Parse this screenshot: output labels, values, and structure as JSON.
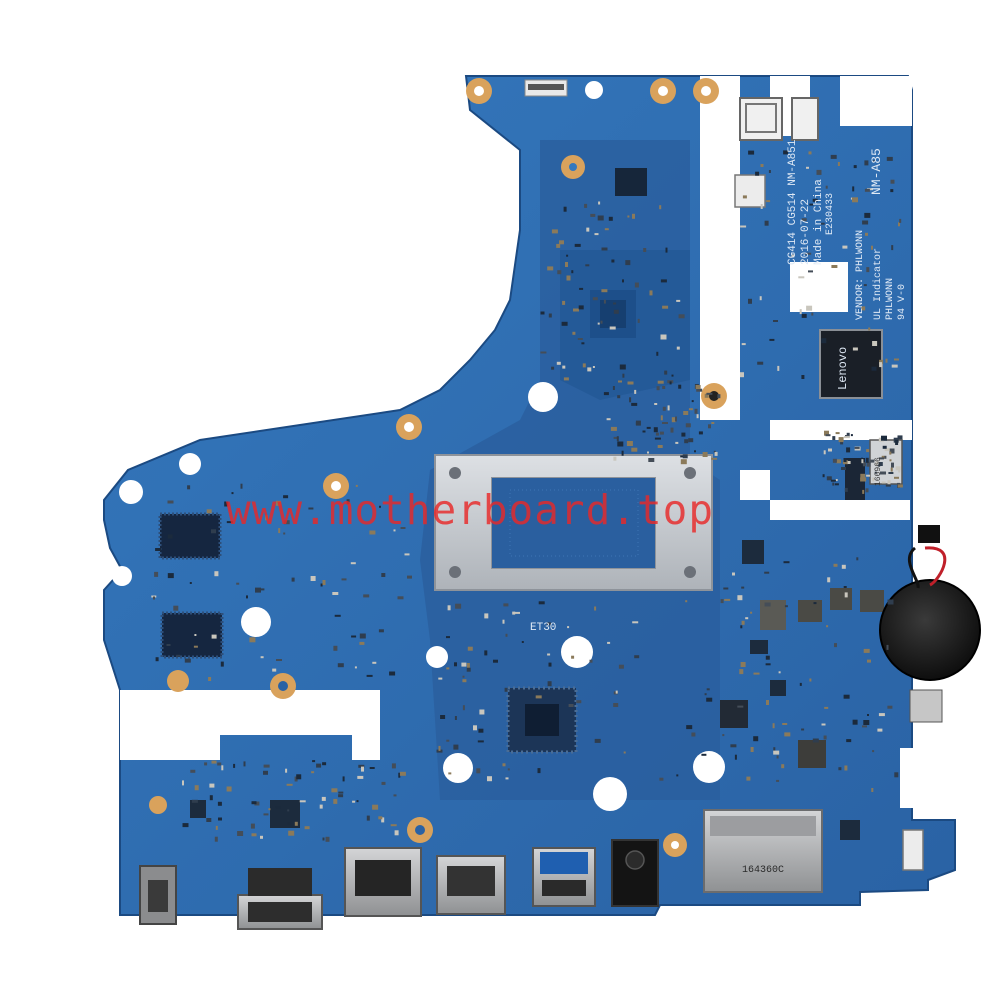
{
  "colors": {
    "pcb": "#2c68ac",
    "pcb_dark": "#1f5592",
    "pcb_light": "#3a7cc0",
    "chip": "#16263a",
    "pad_gold": "#d9a25c",
    "metal": "#c7cbd0",
    "port_metal": "#b8b9bb",
    "watermark": "#e82828"
  },
  "watermark": "www.motherboard.top",
  "silkscreen": {
    "model_code": "NM-A851",
    "board_id": "CG414 CG514 NM-A851",
    "date": "2016-07-22",
    "origin": "Made in China",
    "lot": "E230433",
    "vendor": "VENDOR: PHLWONN",
    "board_tag": "NM-A85",
    "ul_mark": "UL Indicator",
    "ul_id": "PHLWONN",
    "rating": "94 V-0",
    "brand": "Lenovo",
    "port_sticker": "164360C",
    "cpu_area": "ET30",
    "connector_tag": "160966"
  }
}
